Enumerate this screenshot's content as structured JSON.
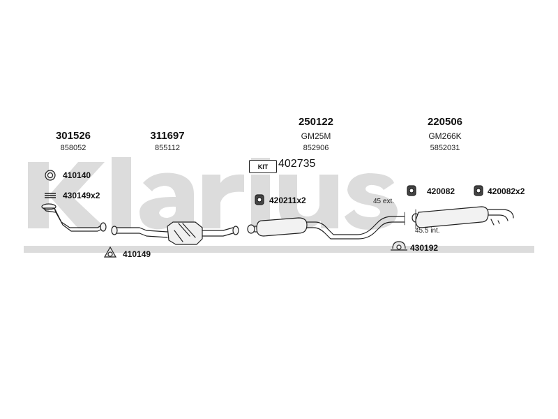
{
  "watermark": {
    "text": "Klarius",
    "color": "#d9d9d9"
  },
  "groups": [
    {
      "part": "301526",
      "ref": "858052"
    },
    {
      "part": "311697",
      "ref": "855112"
    },
    {
      "part": "250122",
      "model": "GM25M",
      "ref": "852906"
    },
    {
      "part": "220506",
      "model": "GM266K",
      "ref": "5852031"
    }
  ],
  "kit": {
    "label": "KIT",
    "number": "402735"
  },
  "accessories": [
    {
      "code": "410140",
      "icon": "ring-gasket-icon"
    },
    {
      "code": "430149x2",
      "icon": "spring-icon"
    },
    {
      "code": "410149",
      "icon": "triangle-gasket-icon"
    },
    {
      "code": "420211x2",
      "icon": "rubber-mount-icon"
    },
    {
      "code": "420082",
      "icon": "rubber-mount-icon"
    },
    {
      "code": "420082x2",
      "icon": "rubber-mount-icon"
    },
    {
      "code": "430192",
      "icon": "clamp-icon"
    }
  ],
  "notes": {
    "ext": "45 ext.",
    "int": "45.5 int."
  },
  "colors": {
    "pipe": "#222222",
    "pipe_fill": "#f4f4f4",
    "watermark": "#d9d9d9"
  }
}
